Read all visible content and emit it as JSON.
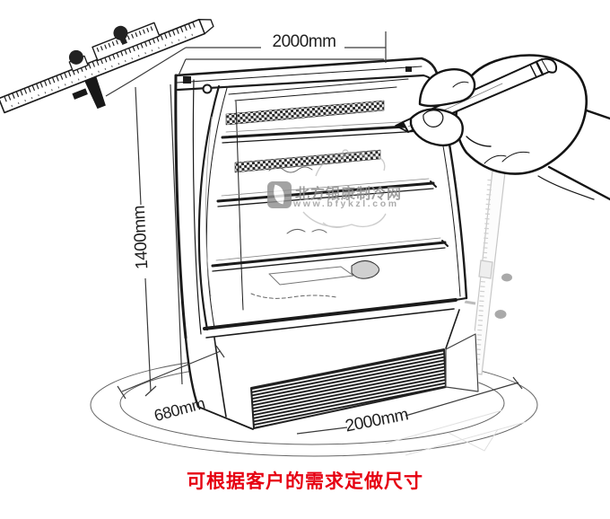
{
  "scene": {
    "background": "#ffffff",
    "line_color": "#1b1b1b",
    "subject": "open-front-display-chiller-dimension-sketch"
  },
  "dimensions": {
    "top_width": "2000mm",
    "height": "1400mm",
    "depth": "680mm",
    "bottom_width": "2000mm"
  },
  "watermark": {
    "site_name": "北方银康制冷网",
    "url": "www.bfykzl.com",
    "color": "#9a9a9a"
  },
  "note": {
    "text": "可根据客户的需求定做尺寸",
    "color": "#e60012"
  }
}
